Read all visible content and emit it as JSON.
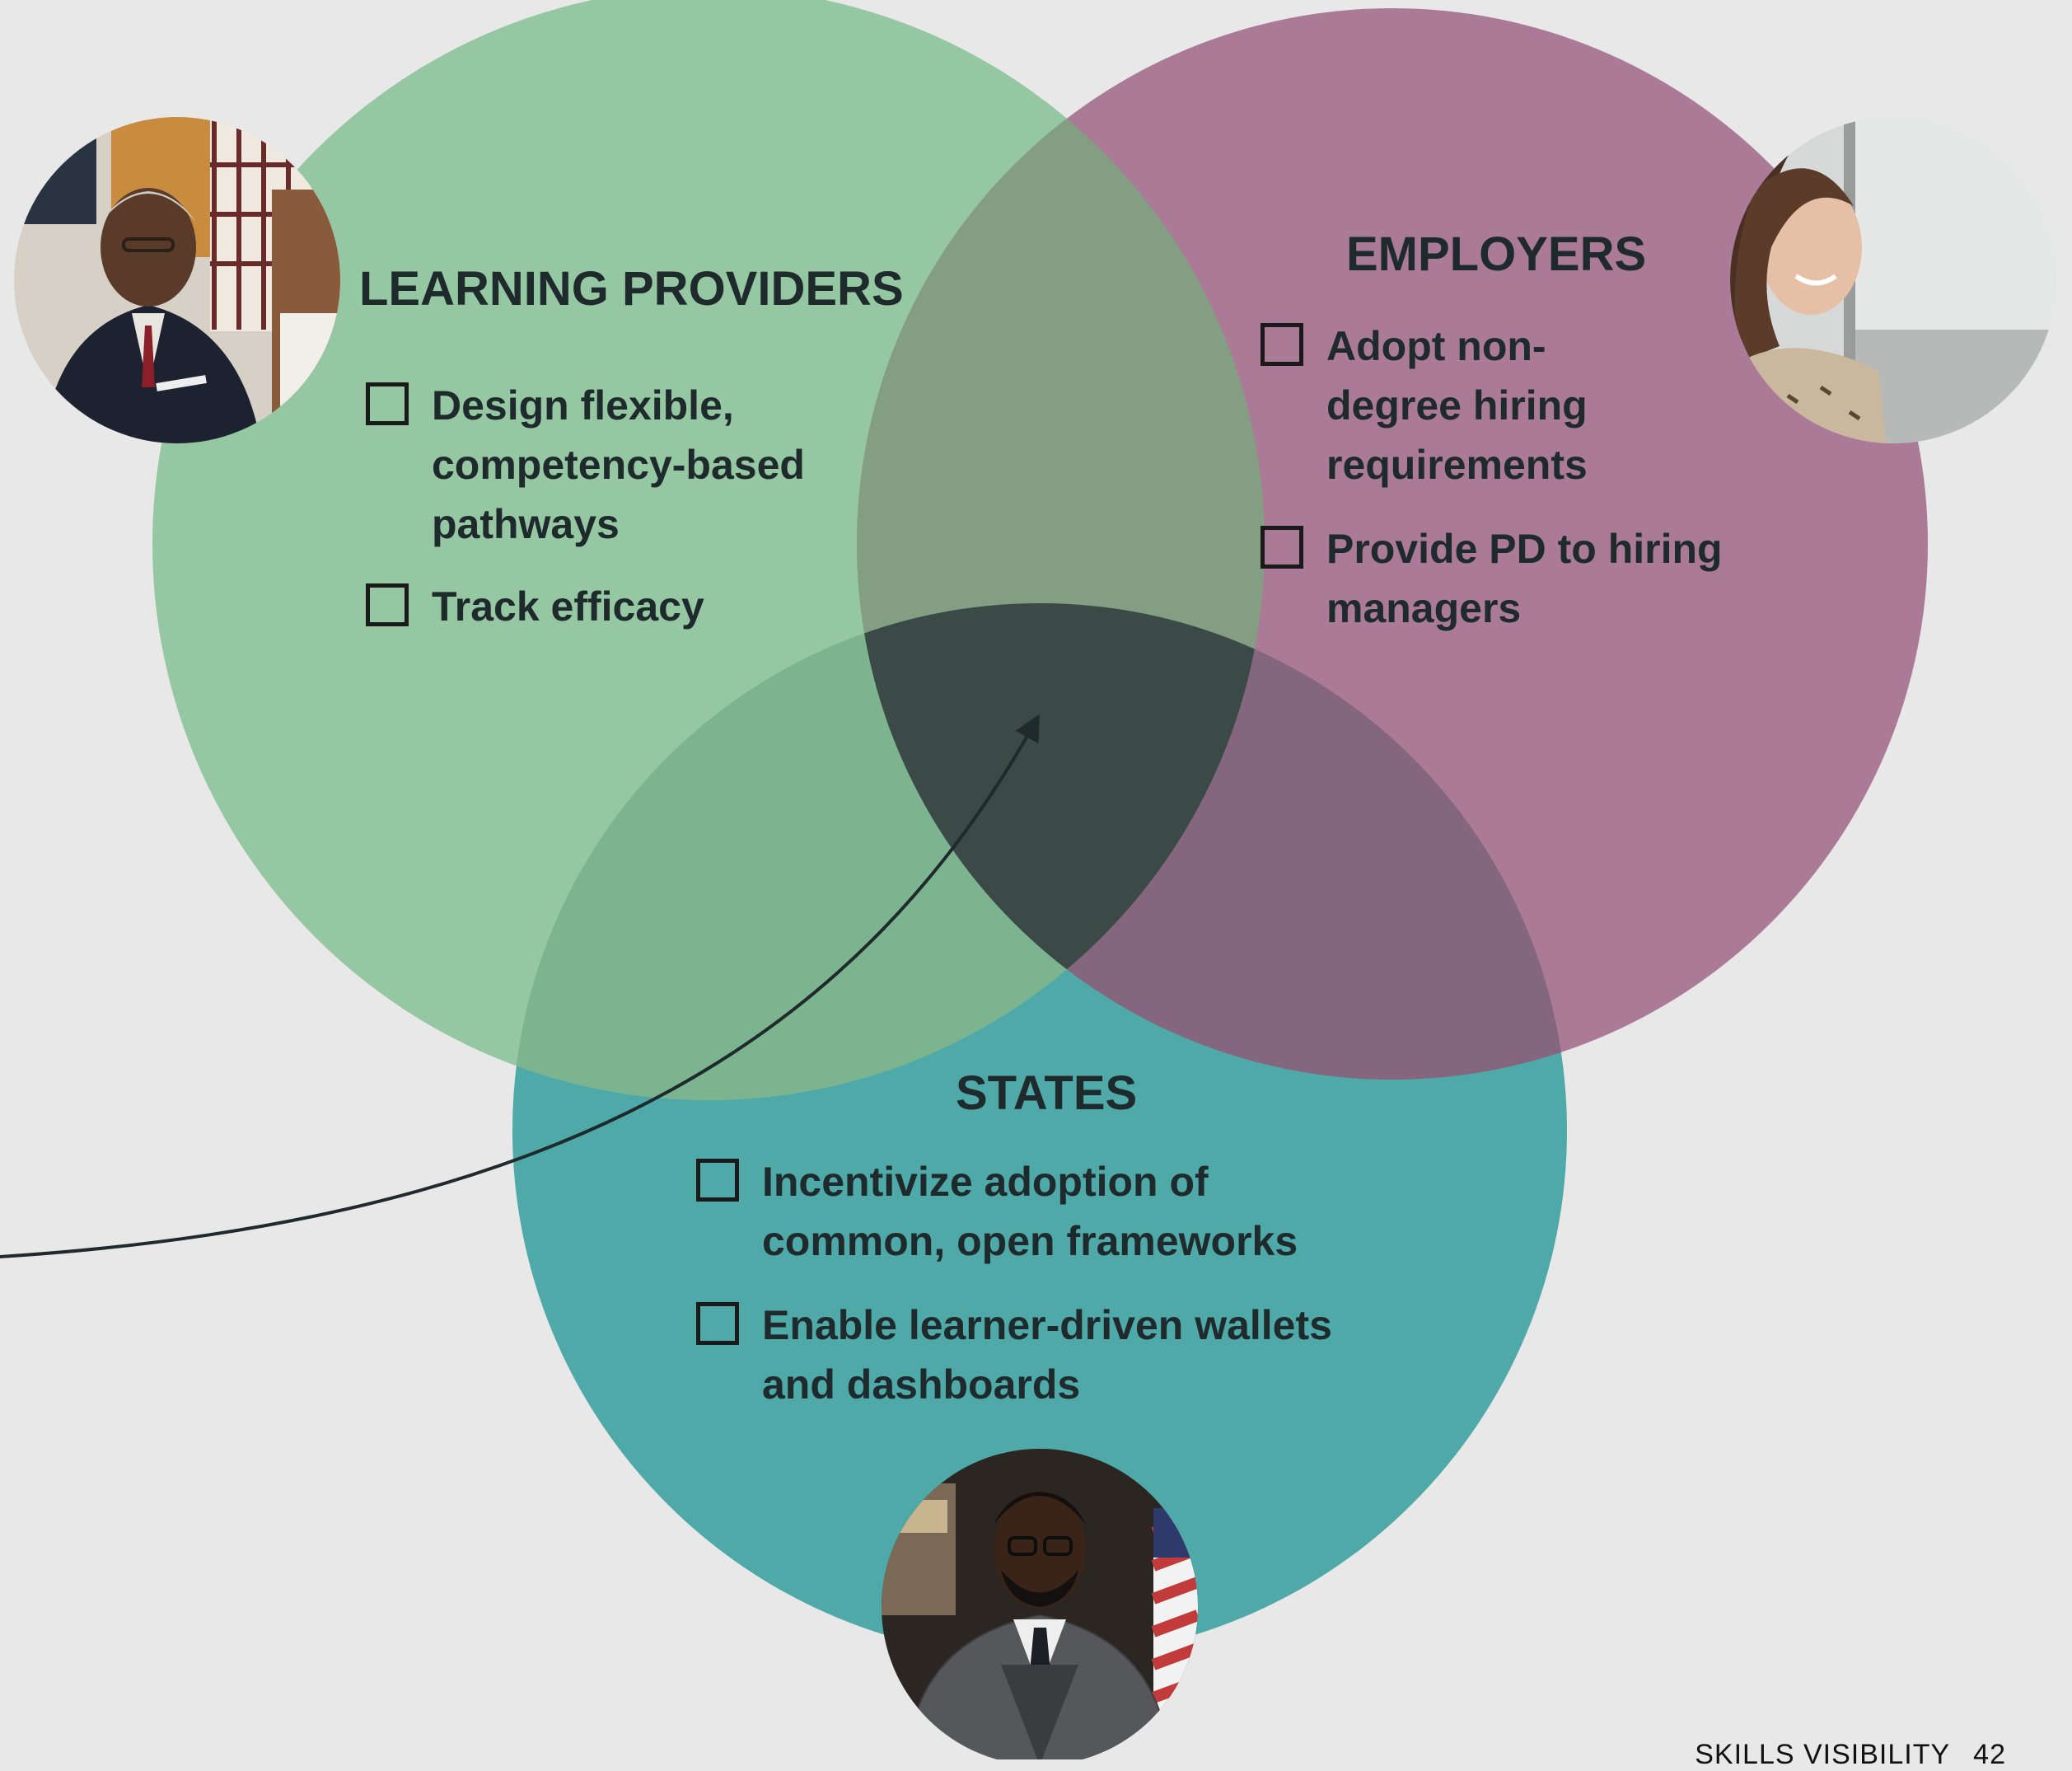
{
  "colors": {
    "background": "#e8e8e8",
    "learning_providers": "#8dc49b",
    "employers": "#a5708f",
    "states": "#4ea9a8",
    "center_overlap": "#3b4a47",
    "arrow": "#1f2a2d"
  },
  "learning_providers": {
    "heading": "LEARNING PROVIDERS",
    "items": [
      {
        "text": "Design flexible,\ncompetency-based\npathways"
      },
      {
        "text": "Track efficacy"
      }
    ],
    "photo_icon": "person-photo-icon"
  },
  "employers": {
    "heading": "EMPLOYERS",
    "items": [
      {
        "text": "Adopt non-\ndegree hiring\nrequirements"
      },
      {
        "text": "Provide PD to hiring\nmanagers"
      }
    ],
    "photo_icon": "person-photo-icon"
  },
  "states": {
    "heading": "STATES",
    "items": [
      {
        "text": "Incentivize adoption of\ncommon, open frameworks"
      },
      {
        "text": "Enable learner-driven wallets\nand dashboards"
      }
    ],
    "photo_icon": "person-photo-icon"
  },
  "footer": {
    "label": "SKILLS VISIBILITY",
    "page_number": "42"
  }
}
